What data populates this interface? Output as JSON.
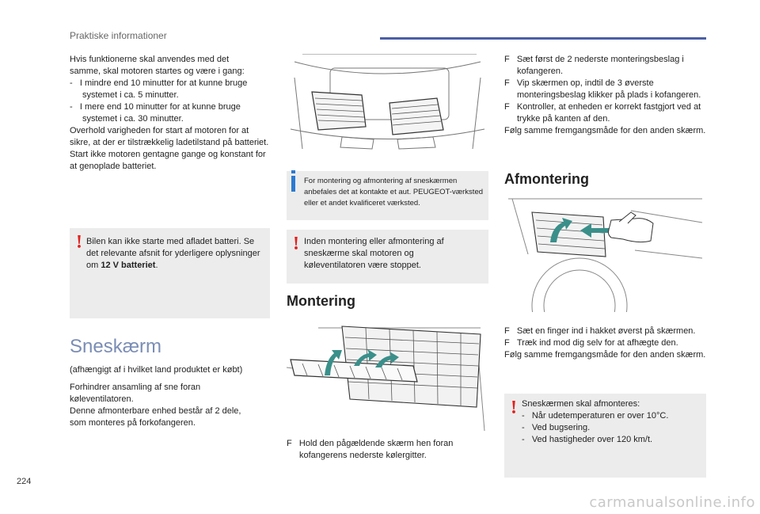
{
  "header": {
    "title": "Praktiske informationer"
  },
  "page_number": "224",
  "col1": {
    "para1": [
      "Hvis funktionerne skal anvendes med det",
      "samme, skal motoren startes og være i gang:"
    ],
    "list1": [
      "-   I mindre end 10 minutter for at kunne bruge systemet i ca. 5 minutter.",
      "-   I mere end 10 minutter for at kunne bruge systemet i ca. 30 minutter."
    ],
    "para2": "Overhold varigheden for start af motoren for at sikre, at der er tilstrækkelig ladetilstand på batteriet.",
    "para3": "Start ikke motoren gentagne gange og konstant for at genoplade batteriet.",
    "warning_text": "Bilen kan ikke starte med afladet batteri. Se det relevante afsnit for yderligere oplysninger om ",
    "warning_bold": "12 V batteriet",
    "warning_end": ".",
    "section_title": "Sneskærm",
    "subtitle": "(afhængigt af i hvilket land produktet er købt)",
    "para4": "Forhindrer ansamling af sne foran køleventilatoren.",
    "para5": "Denne afmonterbare enhed består af 2 dele, som monteres på forkofangeren."
  },
  "col2": {
    "info_text": "For montering og afmontering af sneskærmen anbefales det at kontakte et aut. PEUGEOT-værksted eller et andet kvalificeret værksted.",
    "warning_text": "Inden montering eller afmontering af sneskærme skal motoren og køleventilatoren være stoppet.",
    "heading": "Montering",
    "step1": "F   Hold den pågældende skærm hen foran kofangerens nederste kølergitter."
  },
  "col3": {
    "steps1": [
      "F   Sæt først de 2 nederste monteringsbeslag i kofangeren.",
      "F   Vip skærmen op, indtil de 3 øverste monteringsbeslag klikker på plads i kofangeren.",
      "F   Kontroller, at enheden er korrekt fastgjort ved at trykke på kanten af den."
    ],
    "para1": "Følg samme fremgangsmåde for den anden skærm.",
    "heading": "Afmontering",
    "steps2": [
      "F   Sæt en finger ind i hakket øverst på skærmen.",
      "F   Træk ind mod dig selv for at afhægte den."
    ],
    "para2": "Følg samme fremgangsmåde for den anden skærm.",
    "warning_title": "Sneskærmen skal afmonteres:",
    "warning_list": [
      "-   Når udetemperaturen er over 10°C.",
      "-   Ved bugsering.",
      "-   Ved hastigheder over 120 km/t."
    ]
  },
  "watermark": "carmanualsonline.info",
  "colors": {
    "header_bar": "#4a5fa8",
    "warning": "#e2201c",
    "info": "#2b7ad1",
    "box": "#ececec",
    "title": "#7a8db5"
  }
}
